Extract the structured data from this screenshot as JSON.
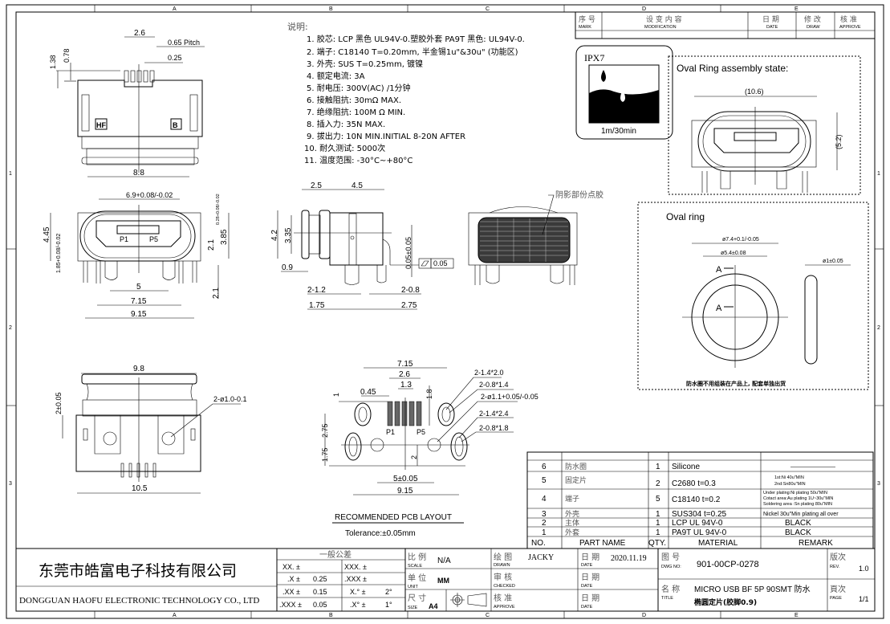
{
  "zones": {
    "columns": [
      "A",
      "B",
      "C",
      "D",
      "E"
    ],
    "rows": [
      "1",
      "2",
      "3"
    ]
  },
  "notes": {
    "heading": "说明:",
    "items": [
      "1. 胶芯:  LCP  黑色 UL94V-0.塑胶外套 PA9T  黑色: UL94V-0.",
      "2. 端子:  C18140  T=0.20mm, 半金锡1u\"&30u\" (功能区)",
      "3. 外壳:  SUS T=0.25mm, 镀镍",
      "4. 额定电流: 3A",
      "5. 耐电压: 300V(AC) /1分钟",
      "6. 接触阻抗: 30mΩ  MAX.",
      "7. 绝缘阻抗: 100M Ω  MIN.",
      "8. 插入力:  35N MAX.",
      "9. 拔出力:  10N MIN.INITIAL 8-20N AFTER",
      "10. 耐久测试: 5000次",
      "11. 温度范围: -30°C~+80°C"
    ]
  },
  "revision_table": {
    "headers": [
      {
        "cn": "序 号",
        "en": "MARK"
      },
      {
        "cn": "设 变 内 容",
        "en": "MODIFICATION"
      },
      {
        "cn": "日  期",
        "en": "DATE"
      },
      {
        "cn": "修  改",
        "en": "DRAW"
      },
      {
        "cn": "核  准",
        "en": "APPROVE"
      }
    ]
  },
  "ipx7": {
    "title": "IPX7",
    "caption": "1m/30min"
  },
  "assembly": {
    "title": "Oval Ring assembly state:",
    "width_dim": "(10.6)",
    "height_dim": "(5.2)"
  },
  "oval_ring": {
    "title": "Oval ring",
    "outer_dia": "ø7.4+0.1/-0.05",
    "inner_dia": "ø5.4±0.08",
    "section_dia": "ø1±0.05",
    "section_label": "A",
    "note": "防水圈不用组装在产品上, 配套单独出货"
  },
  "view_top": {
    "pitch_span": "2.6",
    "pitch": "0.65  Pitch",
    "pin_width": "0.25",
    "h1": "1.38",
    "h2": "0.78",
    "width": "8.8",
    "mark_left": "HF",
    "mark_right": "B"
  },
  "view_front": {
    "opening": "6.9+0.08/-0.02",
    "top_offset": "0.28+0.08/-0.02",
    "height": "4.45",
    "height2": "3.85",
    "center": "2.1",
    "bottom": "1.85+0.08/-0.02",
    "pin_span": "5",
    "peg_span": "7.15",
    "outer_span": "9.15",
    "pin_len": "2.1",
    "p1": "P1",
    "p5": "P5"
  },
  "view_side": {
    "lip": "2.5",
    "body": "4.5",
    "ring_h": "4.2",
    "plug_h": "3.35",
    "t": "0.9",
    "peg1": "2-1.2",
    "peg2": "2-0.8",
    "off1": "1.75",
    "off2": "2.75",
    "coplanar": "0.05±0.05",
    "flatness": "0.05"
  },
  "view_glue": {
    "label": "阴影部份点胶"
  },
  "view_bottom": {
    "width": "9.8",
    "height": "2±0.05",
    "hole": "2-ø1.0-0.1",
    "base": "10.5"
  },
  "pcb": {
    "peg_span": "7.15",
    "pin_span": "2.6",
    "pin_pitch": "1.3",
    "pad_w": "0.45",
    "pad_len": "1.8",
    "offset": "1",
    "h1": "2.75",
    "h2": "1.75",
    "h3": "2",
    "slot1": "2-1.4*2.0",
    "slot1b": "2-0.8*1.4",
    "hole": "2-ø1.1+0.05/-0.05",
    "slot2": "2-1.4*2.4",
    "slot2b": "2-0.8*1.8",
    "pin_center": "5±0.05",
    "outer": "9.15",
    "p1": "P1",
    "p5": "P5",
    "title": "RECOMMENDED  PCB  LAYOUT",
    "tolerance": "Tolerance:±0.05mm"
  },
  "bom": {
    "headers": [
      "NO.",
      "PART   NAME",
      "QTY.",
      "MATERIAL",
      "REMARK"
    ],
    "rows": [
      {
        "no": "6",
        "name": "防水圈",
        "qty": "1",
        "material": "Silicone",
        "remark": "————————"
      },
      {
        "no": "5",
        "name": "固定片",
        "qty": "2",
        "material": "C2680  t=0.3",
        "remark": "1st:Ni 40u\"MIN",
        "remark2": "2nd:Sn80u\"MIN"
      },
      {
        "no": "4",
        "name": "端子",
        "qty": "5",
        "material": "C18140  t=0.2",
        "remark": "Under plating:Ni plating 50u\"MIN",
        "remark2": "Cotact area:Au plating 1U~30u\"MIN",
        "remark3": "Soldering area :Sn plating 80u\"MIN"
      },
      {
        "no": "3",
        "name": "外壳",
        "qty": "1",
        "material": "SUS304  t=0.25",
        "remark": "Nickel 30u\"Min plating all over"
      },
      {
        "no": "2",
        "name": "主体",
        "qty": "1",
        "material": "LCP  UL  94V-0",
        "remark": "BLACK"
      },
      {
        "no": "1",
        "name": "外套",
        "qty": "1",
        "material": "PA9T  UL  94V-0",
        "remark": "BLACK"
      }
    ]
  },
  "title_block": {
    "company_cn": "东莞市皓富电子科技有限公司",
    "company_en": "DONGGUAN HAOFU ELECTRONIC TECHNOLOGY CO., LTD",
    "tolerance_title": "一般公差",
    "tolerances": [
      [
        "XX. ±",
        "",
        "XXX. ±",
        ""
      ],
      [
        ".X ±",
        "0.25",
        ".XXX ±",
        ""
      ],
      [
        ".XX ±",
        "0.15",
        "X.° ±",
        "2°"
      ],
      [
        ".XXX ±",
        "0.05",
        ".X° ±",
        "1°"
      ]
    ],
    "scale_label": "比 例",
    "scale_en": "SCALE",
    "scale": "N/A",
    "unit_label": "单 位",
    "unit_en": "UNIT",
    "unit": "MM",
    "size_label": "尺 寸",
    "size_en": "SIZE",
    "size": "A4",
    "drawn_label": "绘 图",
    "drawn_en": "DRAWN",
    "drawn_by": "JACKY",
    "checked_label": "审 核",
    "checked_en": "CHECKED",
    "approve_label": "核 准",
    "approve_en": "APPROVE",
    "date_label": "日 期",
    "date_en": "DATE",
    "date": "2020.11.19",
    "dwg_label": "图 号",
    "dwg_en": "DWG NO:",
    "dwg_no": "901-00CP-0278",
    "title_label": "名 称",
    "title_en": "TITLE",
    "title": "MICRO USB BF   5P 90SMT 防水",
    "title2": "椭圆定片(胶脚0.9)",
    "rev_label": "版次",
    "rev_en": "REV.",
    "rev": "1.0",
    "page_label": "頁次",
    "page_en": "PAGE",
    "page": "1/1"
  }
}
